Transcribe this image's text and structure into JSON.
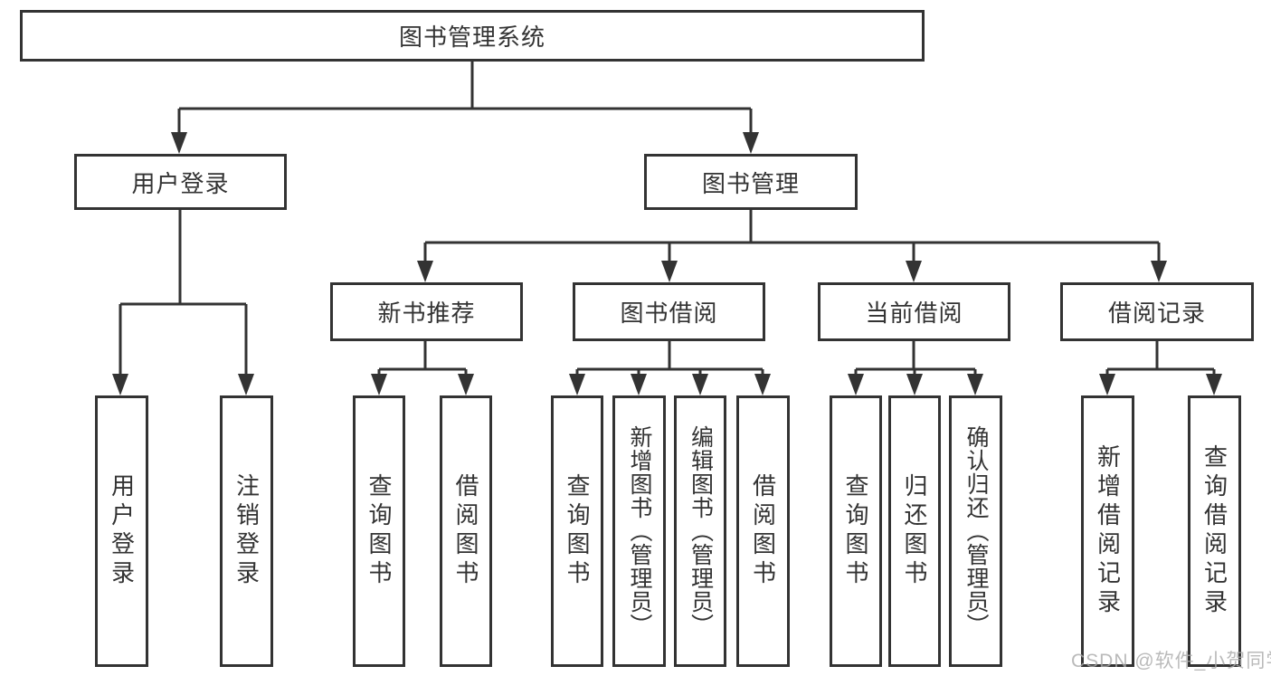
{
  "diagram": {
    "root": {
      "label": "图书管理系统"
    },
    "level2": [
      {
        "id": "user-login",
        "label": "用户登录"
      },
      {
        "id": "book-mgmt",
        "label": "图书管理"
      }
    ],
    "level3": [
      {
        "id": "new-book",
        "label": "新书推荐"
      },
      {
        "id": "book-borrow",
        "label": "图书借阅"
      },
      {
        "id": "current-borrow",
        "label": "当前借阅"
      },
      {
        "id": "borrow-record",
        "label": "借阅记录"
      }
    ],
    "leaves": {
      "user_login": [
        "用户登录",
        "注销登录"
      ],
      "new_book": [
        "查询图书",
        "借阅图书"
      ],
      "book_borrow": [
        "查询图书",
        "新增图书（管理员）",
        "编辑图书（管理员）",
        "借阅图书"
      ],
      "current_borrow": [
        "查询图书",
        "归还图书",
        "确认归还（管理员）"
      ],
      "borrow_record": [
        "新增借阅记录",
        "查询借阅记录"
      ]
    }
  },
  "watermark": "CSDN @软件_小贺同学",
  "colors": {
    "line": "#333333",
    "text": "#333333",
    "box_background": "#ffffff",
    "watermark": "#a9a9a9"
  }
}
